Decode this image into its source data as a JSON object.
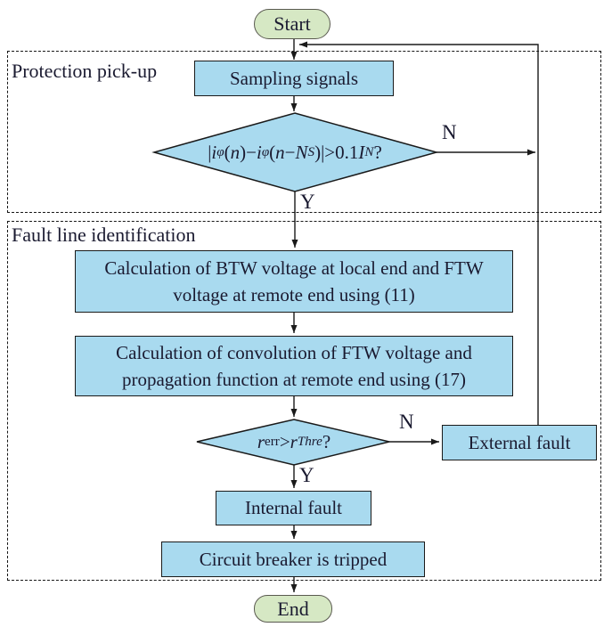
{
  "palette": {
    "node_fill": "#a9daef",
    "node_border": "#1a1a1a",
    "terminal_fill": "#d6e8c4",
    "terminal_border": "#5a5a50",
    "connector_line": "#1a1a1a",
    "text": "#1a1a30",
    "background": "#ffffff"
  },
  "terminals": {
    "start_label": "Start",
    "end_label": "End"
  },
  "sections": [
    {
      "label": "Protection pick-up"
    },
    {
      "label": "Fault line identification"
    }
  ],
  "nodes": {
    "sampling_label": "Sampling signals",
    "calc_btw_ftw_label": "Calculation of BTW voltage at local end and FTW voltage at remote end using (11)",
    "calc_convolution_label": "Calculation of convolution of FTW voltage and propagation function at remote end using (17)",
    "external_fault_label": "External fault",
    "internal_fault_label": "Internal fault",
    "breaker_label": "Circuit breaker is tripped"
  },
  "decisions": {
    "pickup_condition_html": "|<i>i</i><sub><i>φ</i></sub>(<i>n</i>)−<i>i</i><sub><i>φ</i></sub>(<i>n</i>−<i>N</i><sub><i>S</i></sub>)|>0.1<i>I</i><sub><i>N</i></sub>?",
    "pickup_condition_text": "|iφ(n)−iφ(n−NS)|>0.1IN?",
    "ratio_condition_html": "<i>r</i><sub>err</sub>><i>r</i><sub><i>Thre</i></sub>?",
    "ratio_condition_text": "rerr>rThre?"
  },
  "branch_labels": {
    "yes": "Y",
    "no": "N"
  }
}
